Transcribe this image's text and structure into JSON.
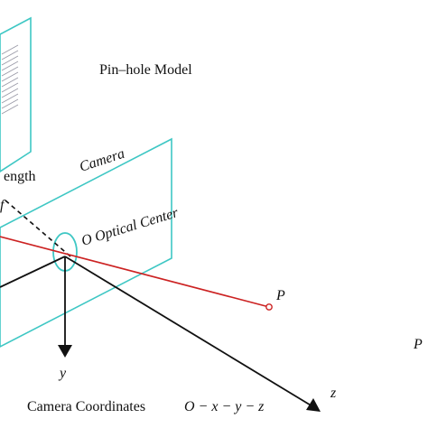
{
  "title": "Pin–hole Model",
  "labels": {
    "focal_length_fragment": "ength",
    "focal_f": "f",
    "camera": "Camera",
    "optical_center": "O Optical Center",
    "point_p": "P",
    "point_p_right": "P",
    "axis_y": "y",
    "axis_z": "z",
    "camera_coordinates": "Camera Coordinates",
    "camera_coordinates_formula": "O − x − y − z"
  },
  "colors": {
    "plane": "#3ec7c4",
    "ray": "#cc2222",
    "axes": "#111111",
    "text": "#111111",
    "image_lines": "#9a9aa8"
  }
}
